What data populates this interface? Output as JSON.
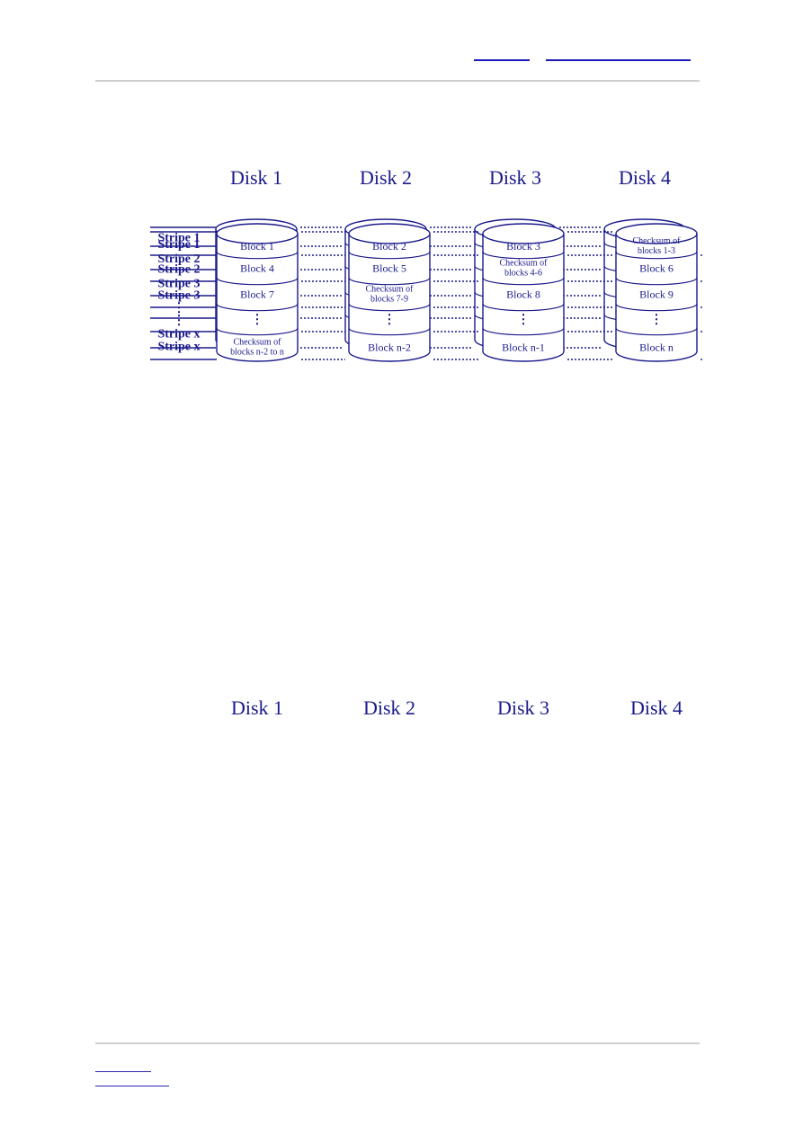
{
  "diagrams": [
    {
      "disks": [
        "Disk 1",
        "Disk 2",
        "Disk 3",
        "Disk 4"
      ],
      "stripes": [
        "Stripe 1",
        "Stripe 2",
        "Stripe 3",
        "⋮",
        "Stripe x"
      ],
      "rows": [
        [
          [
            "Block 1"
          ],
          [
            "Block 2"
          ],
          [
            "Block 3"
          ],
          [
            "Checksum of",
            "Block 1-3"
          ]
        ],
        [
          [
            "Block 4"
          ],
          [
            "Block 5"
          ],
          [
            "Block 6"
          ],
          [
            "Checksum of",
            "Block 4-6"
          ]
        ],
        [
          [
            "Block 7"
          ],
          [
            "Block 8"
          ],
          [
            "Block 9"
          ],
          [
            "Checksum of",
            "Block 7-9"
          ]
        ],
        [
          [
            "⋮"
          ],
          [
            "⋮"
          ],
          [
            "⋮"
          ],
          [
            "⋮"
          ]
        ],
        [
          [
            "Block n-2"
          ],
          [
            "Block n-1"
          ],
          [
            "Block n"
          ],
          [
            "Checksum of",
            "Block n-2 to n"
          ]
        ]
      ]
    },
    {
      "disks": [
        "Disk 1",
        "Disk 2",
        "Disk 3",
        "Disk 4"
      ],
      "stripes": [
        "Stripe 1",
        "Stripe 2",
        "Stripe 3",
        "⋮",
        "Stripe x"
      ],
      "rows": [
        [
          [
            "Block  1"
          ],
          [
            "Block  2"
          ],
          [
            "Block  3"
          ],
          [
            "Checksum  of",
            "blocks 1-3"
          ]
        ],
        [
          [
            "Block  4"
          ],
          [
            "Block  5"
          ],
          [
            "Checksum  of",
            "blocks 4-6"
          ],
          [
            "Block  6"
          ]
        ],
        [
          [
            "Block  7"
          ],
          [
            "Checksum  of",
            "blocks 7-9"
          ],
          [
            "Block  8"
          ],
          [
            "Block  9"
          ]
        ],
        [
          [
            "⋮"
          ],
          [
            "⋮"
          ],
          [
            "⋮"
          ],
          [
            "⋮"
          ]
        ],
        [
          [
            "Checksum  of",
            "blocks n-2 to n"
          ],
          [
            "Block  n-2"
          ],
          [
            "Block  n-1"
          ],
          [
            "Block n"
          ]
        ]
      ]
    }
  ]
}
